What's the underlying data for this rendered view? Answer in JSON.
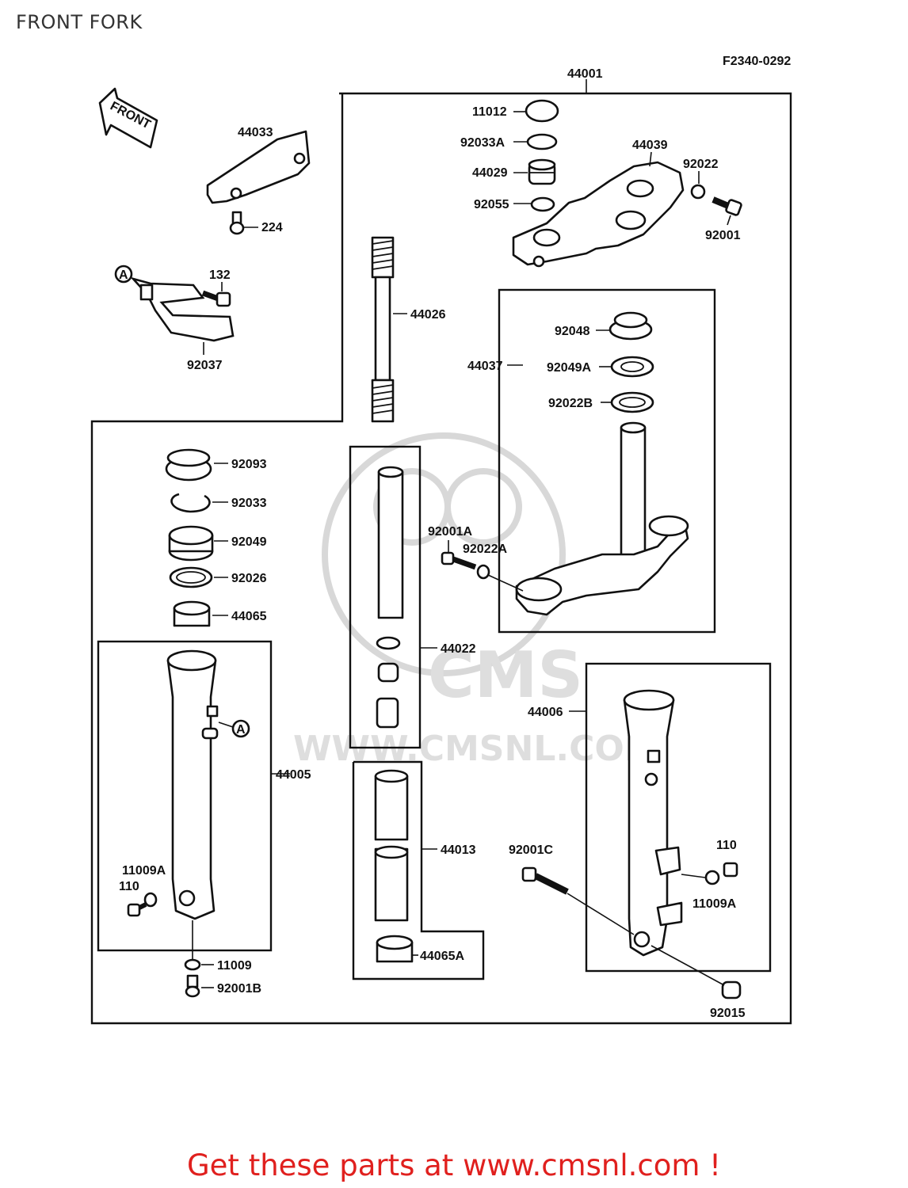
{
  "header": {
    "title": "FRONT FORK",
    "diagram_code": "F2340-0292"
  },
  "direction_arrow": "FRONT",
  "ref_marks": {
    "a1": "A",
    "a2": "A"
  },
  "watermark": {
    "brand": "CMS",
    "url": "WWW.CMSNL.COM"
  },
  "labels": {
    "p44001": "44001",
    "p11012": "11012",
    "p92033A": "92033A",
    "p44029": "44029",
    "p92055": "92055",
    "p44039": "44039",
    "p92022": "92022",
    "p92001": "92001",
    "p44033": "44033",
    "p224": "224",
    "p132": "132",
    "p92037": "92037",
    "p44026": "44026",
    "p44037": "44037",
    "p92048": "92048",
    "p92049A": "92049A",
    "p92022B": "92022B",
    "p92093": "92093",
    "p92033": "92033",
    "p92049": "92049",
    "p92026": "92026",
    "p44065": "44065",
    "p92001A": "92001A",
    "p92022A": "92022A",
    "p44022": "44022",
    "p44005": "44005",
    "p44006": "44006",
    "p44013": "44013",
    "p92001C": "92001C",
    "p110a": "110",
    "p11009Aa": "11009A",
    "p11009Ab": "11009A",
    "p110b": "110",
    "p11009": "11009",
    "p92001B": "92001B",
    "p44065A": "44065A",
    "p92015": "92015"
  },
  "footer": {
    "text": "Get these parts at www.cmsnl.com !",
    "color": "#e0201e"
  }
}
